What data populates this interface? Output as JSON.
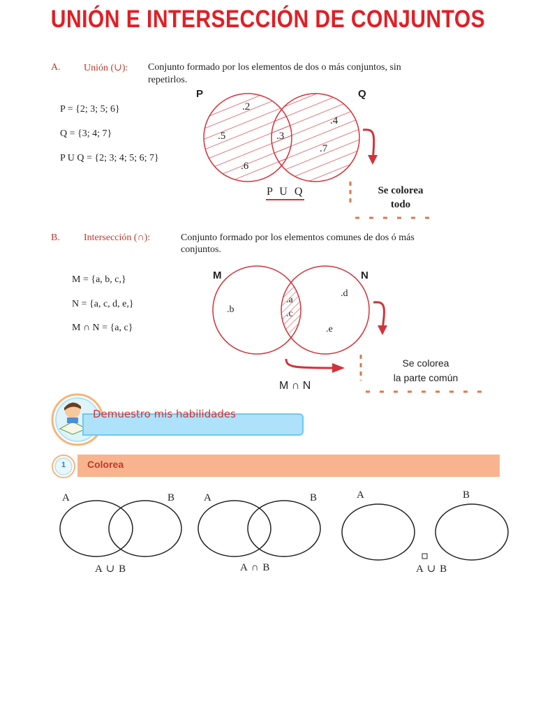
{
  "title": "UNIÓN E INTERSECCIÓN DE CONJUNTOS",
  "union": {
    "letter": "A.",
    "name": "Unión (∪):",
    "definition_line1": "Conjunto formado por los elementos de dos o más conjuntos, sin",
    "definition_line2": "repetirlos.",
    "set_p": "P = {2; 3; 5; 6}",
    "set_q": "Q = {3; 4; 7}",
    "set_union": "P U Q = {2; 3; 4; 5; 6; 7}",
    "label_p": "P",
    "label_q": "Q",
    "elements": [
      ".2",
      ".5",
      ".3",
      ".4",
      ".7",
      ".6"
    ],
    "caption": "P U Q",
    "note_line1": "Se colorea",
    "note_line2": "todo",
    "accent_color": "#d2333a"
  },
  "intersection": {
    "letter": "B.",
    "name": "Intersección (∩):",
    "definition_line1": "Conjunto formado por los elementos comunes de dos ó más",
    "definition_line2": "conjuntos.",
    "set_m": "M = {a, b, c,}",
    "set_n": "N = {a, c, d, e,}",
    "set_inter": "M ∩ N = {a, c}",
    "label_m": "M",
    "label_n": "N",
    "elements": [
      ".b",
      ".a",
      ".c",
      ".d",
      ".e"
    ],
    "caption": "M ∩ N",
    "note_line1": "Se colorea",
    "note_line2": "la parte común"
  },
  "skills_banner": "Demuestro mis habilidades",
  "exercise": {
    "number": "1",
    "instruction": "Colorea",
    "diagrams": [
      {
        "label_a": "A",
        "label_b": "B",
        "caption": "A ∪ B"
      },
      {
        "label_a": "A",
        "label_b": "B",
        "caption": "A ∩ B"
      },
      {
        "label_a": "A",
        "label_b": "B",
        "caption": "A ∪ B"
      }
    ]
  }
}
